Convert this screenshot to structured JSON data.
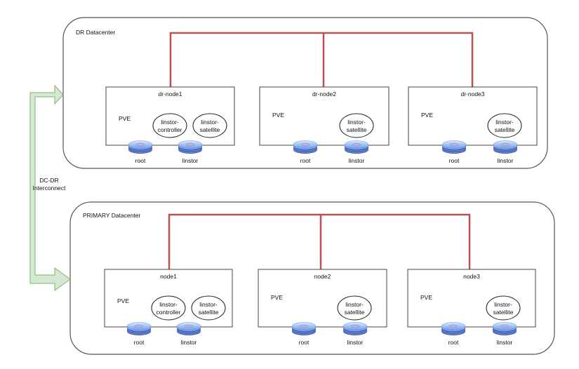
{
  "interconnect": {
    "label_line1": "DC-DR",
    "label_line2": "Interconnect",
    "color_fill": "#d5e8d4",
    "color_stroke": "#82b366"
  },
  "link_color": "#b85450",
  "datacenters": [
    {
      "name": "DR Datacenter",
      "nodes": [
        {
          "name": "dr-node1",
          "os": "PVE",
          "services": [
            "linstor-controller",
            "linstor-satellite"
          ],
          "disks": [
            "root",
            "linstor"
          ]
        },
        {
          "name": "dr-node2",
          "os": "PVE",
          "services": [
            "linstor-satellite"
          ],
          "disks": [
            "root",
            "linstor"
          ]
        },
        {
          "name": "dr-node3",
          "os": "PVE",
          "services": [
            "linstor-satellite"
          ],
          "disks": [
            "root",
            "linstor"
          ]
        }
      ]
    },
    {
      "name": "PRIMARY Datacenter",
      "nodes": [
        {
          "name": "node1",
          "os": "PVE",
          "services": [
            "linstor-controller",
            "linstor-satellite"
          ],
          "disks": [
            "root",
            "linstor"
          ]
        },
        {
          "name": "node2",
          "os": "PVE",
          "services": [
            "linstor-satellite"
          ],
          "disks": [
            "root",
            "linstor"
          ]
        },
        {
          "name": "node3",
          "os": "PVE",
          "services": [
            "linstor-satellite"
          ],
          "disks": [
            "root",
            "linstor"
          ]
        }
      ]
    }
  ]
}
